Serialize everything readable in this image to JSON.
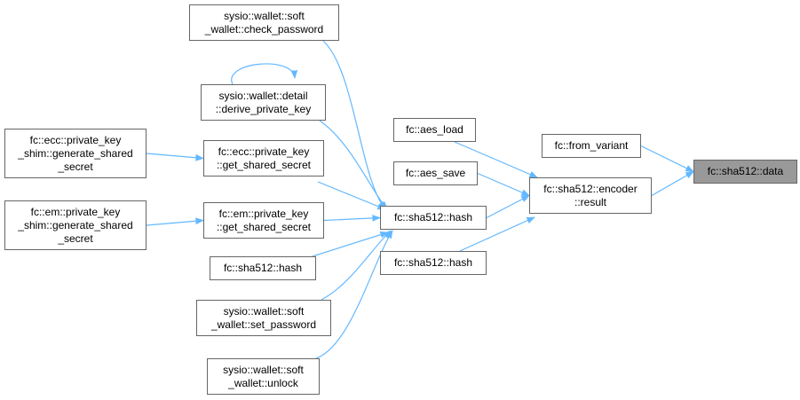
{
  "colors": {
    "edge": "#63b8ff",
    "border": "#666666",
    "highlight": "#999999"
  },
  "nodes": {
    "sha512_data": {
      "lines": [
        "fc::sha512::data"
      ]
    },
    "from_variant": {
      "lines": [
        "fc::from_variant"
      ]
    },
    "encoder_result": {
      "lines": [
        "fc::sha512::encoder",
        "::result"
      ]
    },
    "aes_load": {
      "lines": [
        "fc::aes_load"
      ]
    },
    "aes_save": {
      "lines": [
        "fc::aes_save"
      ]
    },
    "sha512_hash_a": {
      "lines": [
        "fc::sha512::hash"
      ]
    },
    "sha512_hash_b": {
      "lines": [
        "fc::sha512::hash"
      ]
    },
    "check_password": {
      "lines": [
        "sysio::wallet::soft",
        "_wallet::check_password"
      ]
    },
    "derive_private_key": {
      "lines": [
        "sysio::wallet::detail",
        "::derive_private_key"
      ]
    },
    "ecc_get_shared_secret": {
      "lines": [
        "fc::ecc::private_key",
        "::get_shared_secret"
      ]
    },
    "em_get_shared_secret": {
      "lines": [
        "fc::em::private_key",
        "::get_shared_secret"
      ]
    },
    "sha512_hash_c": {
      "lines": [
        "fc::sha512::hash"
      ]
    },
    "set_password": {
      "lines": [
        "sysio::wallet::soft",
        "_wallet::set_password"
      ]
    },
    "unlock": {
      "lines": [
        "sysio::wallet::soft",
        "_wallet::unlock"
      ]
    },
    "ecc_shim_generate": {
      "lines": [
        "fc::ecc::private_key",
        "_shim::generate_shared",
        "_secret"
      ]
    },
    "em_shim_generate": {
      "lines": [
        "fc::em::private_key",
        "_shim::generate_shared",
        "_secret"
      ]
    }
  },
  "edges": [
    [
      "from_variant",
      "sha512_data"
    ],
    [
      "encoder_result",
      "sha512_data"
    ],
    [
      "aes_load",
      "encoder_result"
    ],
    [
      "aes_save",
      "encoder_result"
    ],
    [
      "sha512_hash_a",
      "encoder_result"
    ],
    [
      "sha512_hash_b",
      "encoder_result"
    ],
    [
      "check_password",
      "sha512_hash_a"
    ],
    [
      "derive_private_key",
      "sha512_hash_a"
    ],
    [
      "ecc_get_shared_secret",
      "sha512_hash_a"
    ],
    [
      "em_get_shared_secret",
      "sha512_hash_a"
    ],
    [
      "sha512_hash_c",
      "sha512_hash_a"
    ],
    [
      "set_password",
      "sha512_hash_a"
    ],
    [
      "unlock",
      "sha512_hash_a"
    ],
    [
      "ecc_shim_generate",
      "ecc_get_shared_secret"
    ],
    [
      "em_shim_generate",
      "em_get_shared_secret"
    ],
    [
      "derive_private_key",
      "derive_private_key"
    ]
  ]
}
